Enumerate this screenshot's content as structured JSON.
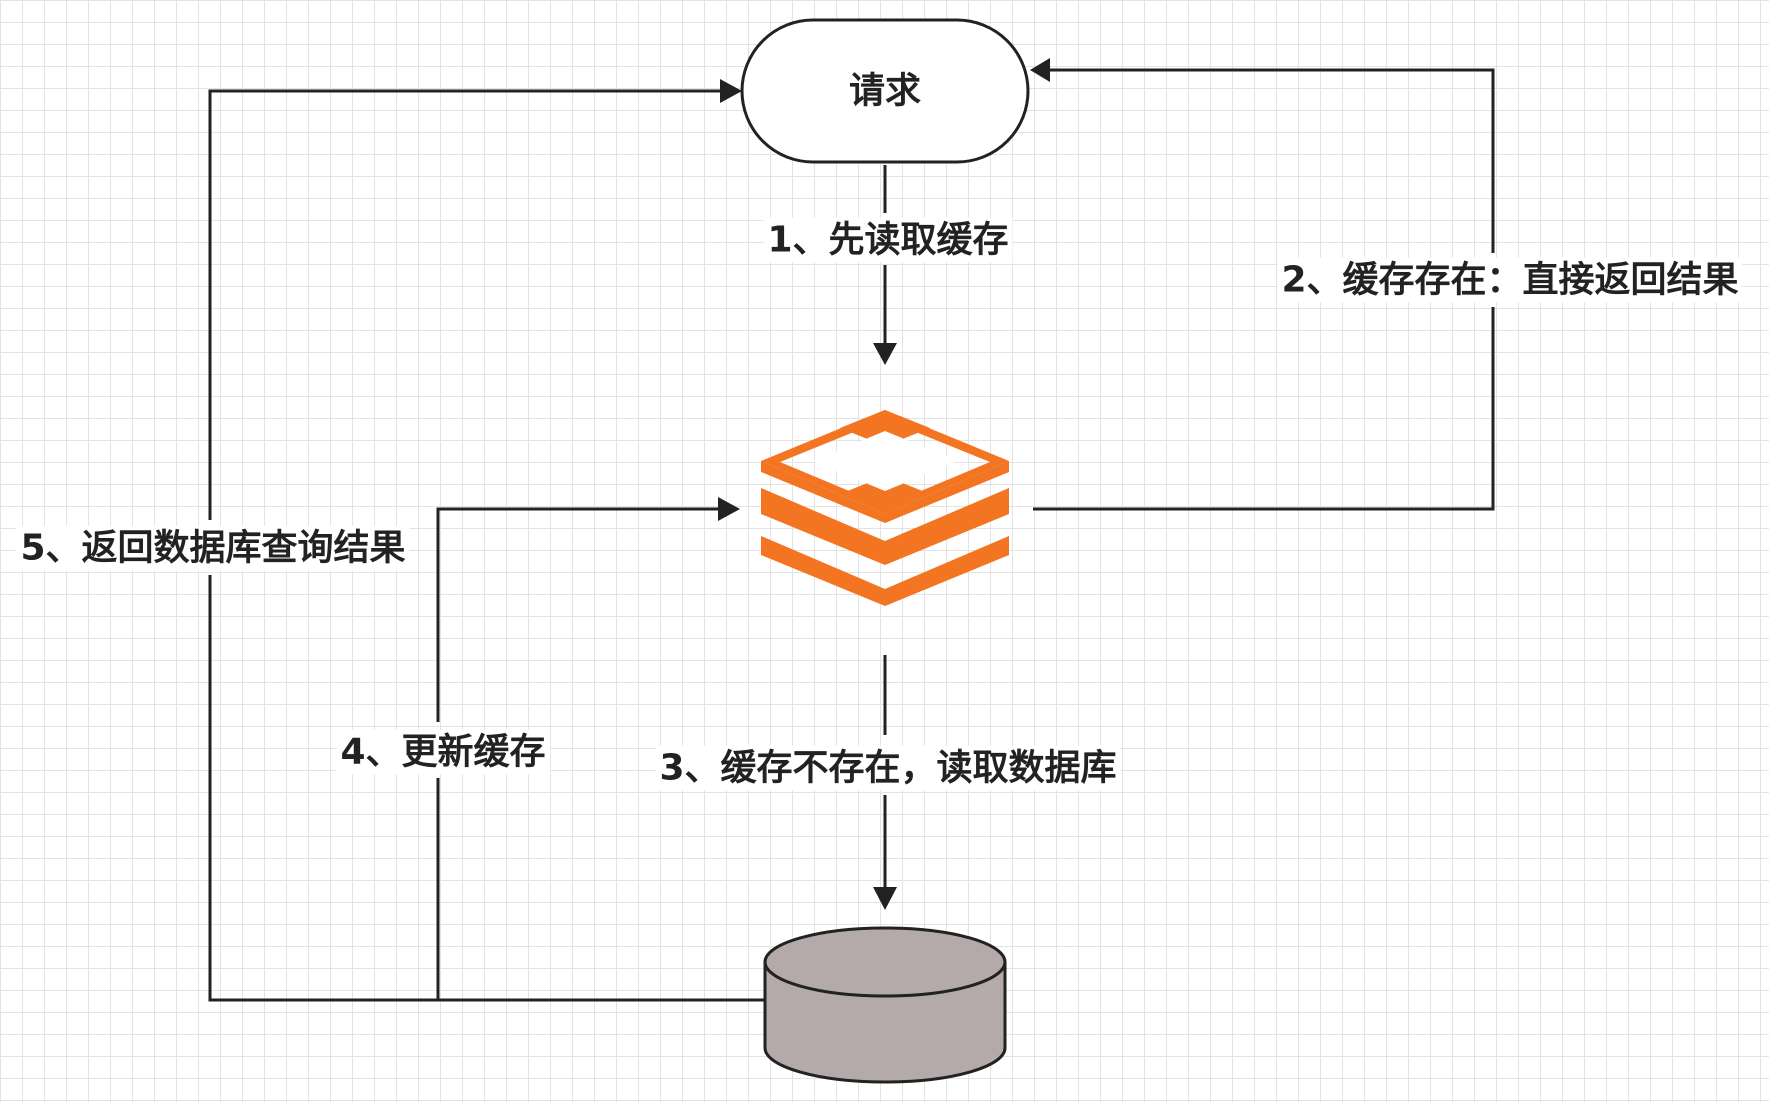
{
  "nodes": {
    "request": "请求",
    "redis_icon": "redis-cache-icon",
    "database_icon": "database-cylinder-icon"
  },
  "edges": {
    "step1": "1、先读取缓存",
    "step2": "2、缓存存在：直接返回结果",
    "step3": "3、缓存不存在，读取数据库",
    "step4": "4、更新缓存",
    "step5": "5、返回数据库查询结果"
  },
  "colors": {
    "redis": "#f37421",
    "database": "#b3aaa9",
    "line": "#222222"
  }
}
